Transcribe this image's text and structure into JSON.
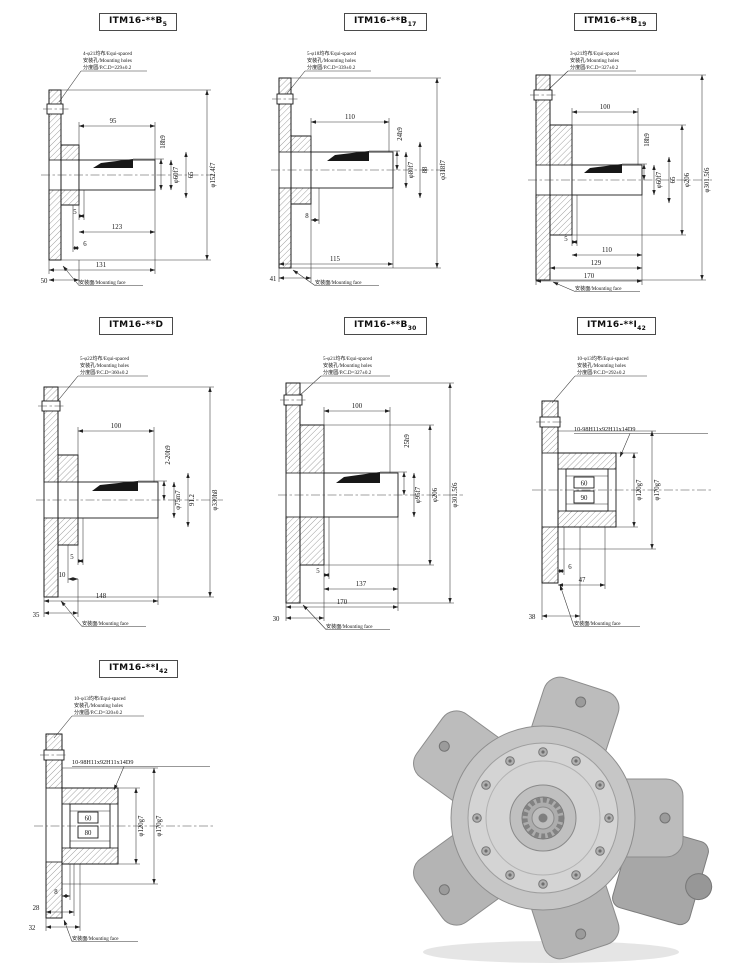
{
  "panels": [
    {
      "title": {
        "base": "ITM16-**B",
        "sub": "5"
      },
      "notes": [
        "4-φ21均布/Equi-spaced",
        "安装孔/Mounting holes",
        "分度圆/P.C.D=229±0.2"
      ],
      "dims": {
        "keylen": "95",
        "keyh": "18h9",
        "shaft": "φ60f7",
        "flat": "65",
        "flange": "φ152.4f7",
        "l1": "5",
        "l2": "123",
        "l3": "6",
        "l4": "131",
        "w": "50"
      },
      "face": "安装面/Mounting face"
    },
    {
      "title": {
        "base": "ITM16-**B",
        "sub": "17"
      },
      "notes": [
        "5-φ18均布/Equi-spaced",
        "安装孔/Mounting holes",
        "分度圆/P.C.D=339±0.2"
      ],
      "dims": {
        "keylen": "110",
        "keyh": "24h9",
        "shaft": "φ80f7",
        "flat": "88",
        "flange": "φ318f7",
        "l1": "8",
        "l2": "115",
        "w": "41"
      },
      "face": "安装面/Mounting face"
    },
    {
      "title": {
        "base": "ITM16-**B",
        "sub": "19"
      },
      "notes": [
        "3-φ21均布/Equi-spaced",
        "安装孔/Mounting holes",
        "分度圆/P.C.D=327±0.2"
      ],
      "dims": {
        "keylen": "100",
        "keyh": "18h9",
        "shaft": "φ60f7",
        "flat": "65",
        "hub": "φ206",
        "flange": "φ301.5f6",
        "l1": "5",
        "l2": "110",
        "l3": "129",
        "l4": "170"
      },
      "face": "安装面/Mounting face"
    },
    {
      "title": {
        "base": "ITM16-**D",
        "sub": ""
      },
      "notes": [
        "5-φ22均布/Equi-spaced",
        "安装孔/Mounting holes",
        "分度圆/P.C.D=360±0.2"
      ],
      "dims": {
        "keylen": "100",
        "keyh": "2-20h9",
        "shaft": "φ75m7",
        "flat": "91.2",
        "flange": "φ330h8",
        "l1": "5",
        "l2": "10",
        "l3": "148",
        "w": "35"
      },
      "face": "安装面/Mounting face"
    },
    {
      "title": {
        "base": "ITM16-**B",
        "sub": "30"
      },
      "notes": [
        "5-φ21均布/Equi-spaced",
        "安装孔/Mounting holes",
        "分度圆/P.C.D=327±0.2"
      ],
      "dims": {
        "keylen": "100",
        "keyh": "25h9",
        "shaft": "φ95f7",
        "hub": "φ206",
        "flange": "φ301.5f6",
        "l1": "5",
        "l2": "137",
        "l3": "170",
        "w": "30"
      },
      "face": "安装面/Mounting face"
    },
    {
      "title": {
        "base": "ITM16-**I",
        "sub": "42"
      },
      "notes": [
        "10-φ13均布/Equi-spaced",
        "安装孔/Mounting holes",
        "分度圆/P.C.D=292±0.2"
      ],
      "dims": {
        "spline": "10-98H11x92H11x14D9",
        "b1": "60",
        "b2": "90",
        "d1": "φ120g7",
        "d2": "φ170g7",
        "l1": "6",
        "l2": "47",
        "w": "38"
      },
      "face": "安装面/Mounting face"
    },
    {
      "title": {
        "base": "ITM16-**I",
        "sub": "42"
      },
      "notes": [
        "10-φ13均布/Equi-spaced",
        "安装孔/Mounting holes",
        "分度圆/P.C.D=320±0.2"
      ],
      "dims": {
        "spline": "10-98H11x92H11x14D9",
        "b1": "60",
        "b2": "80",
        "d1": "φ120g7",
        "d2": "φ170g7",
        "l1": "8",
        "l2": "28",
        "w": "32"
      },
      "face": "安装面/Mounting face"
    }
  ]
}
